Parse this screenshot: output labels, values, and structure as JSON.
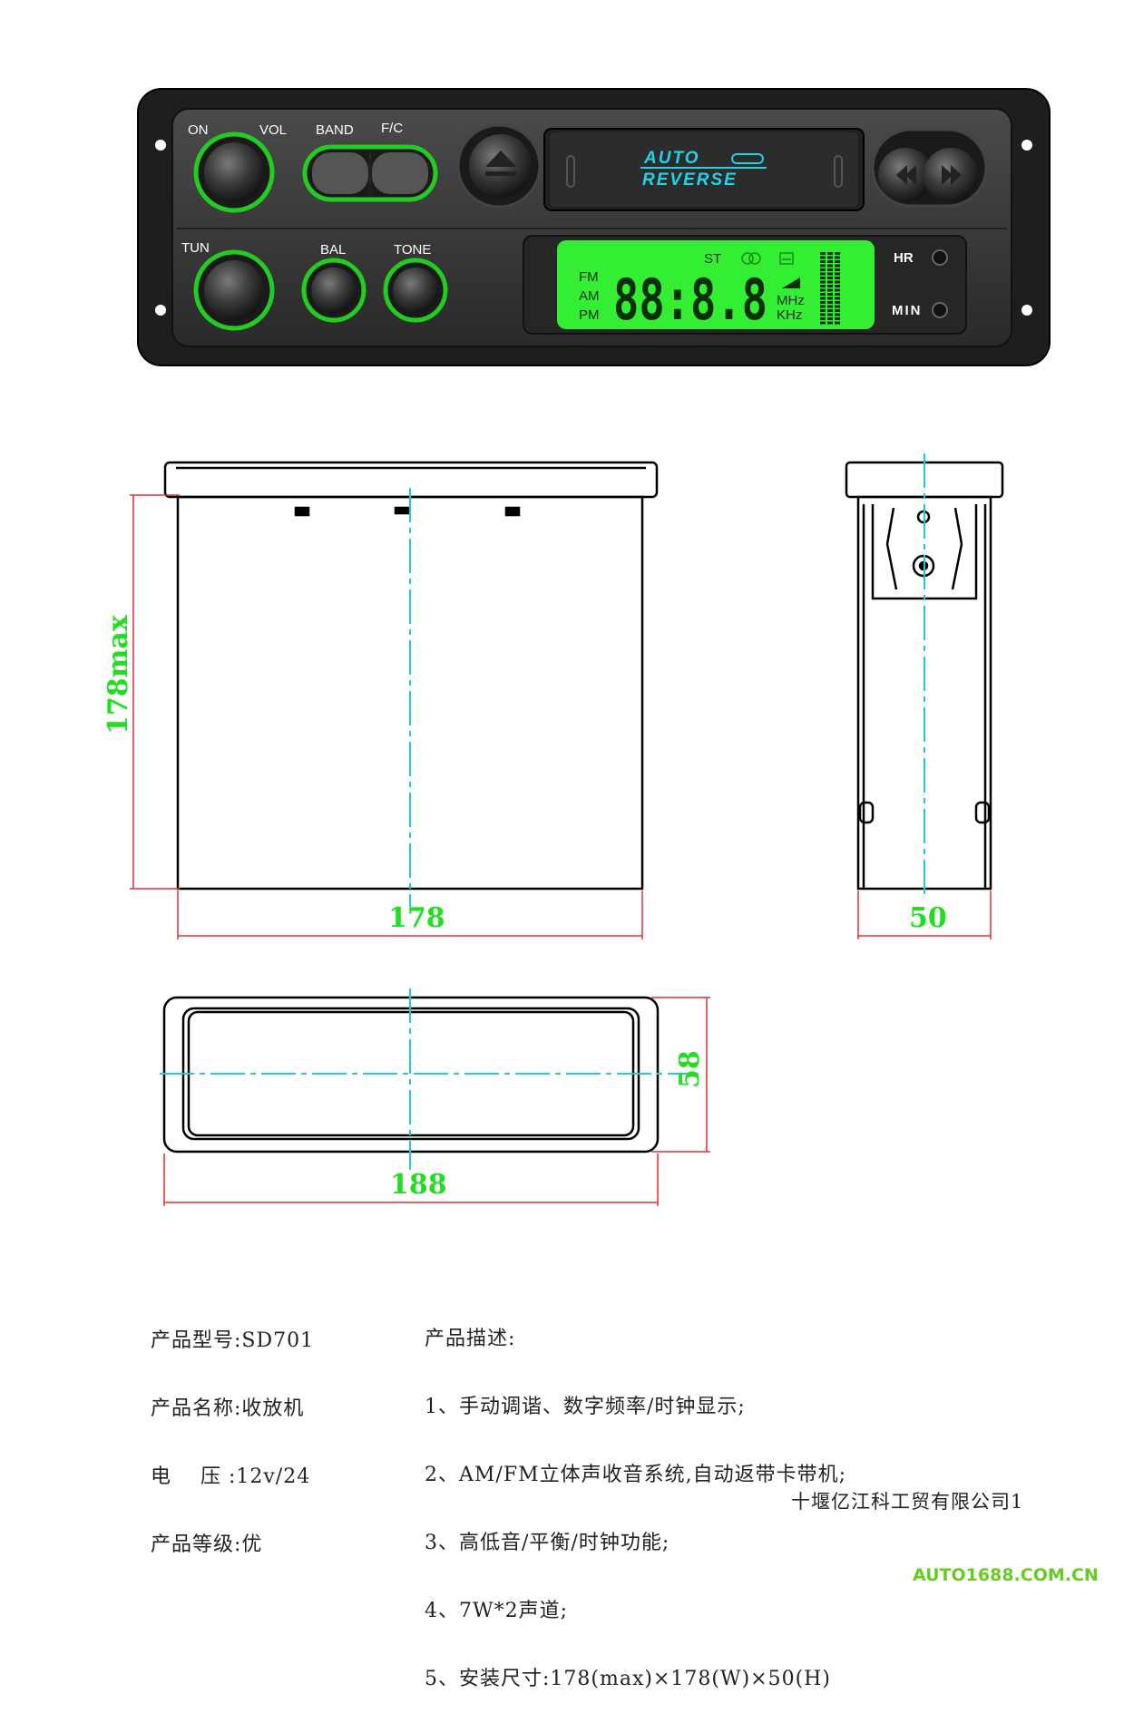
{
  "panel": {
    "labels": {
      "on": "ON",
      "vol": "VOL",
      "band": "BAND",
      "fc": "F/C",
      "tun": "TUN",
      "bal": "BAL",
      "tone": "TONE",
      "hr": "HR",
      "min": "MIN"
    },
    "cassette": {
      "line1": "AUTO",
      "line2": "REVERSE"
    },
    "lcd": {
      "bands": [
        "FM",
        "AM",
        "PM"
      ],
      "digits": "88:8.8",
      "stereo": "ST",
      "units": [
        "MHz",
        "KHz"
      ],
      "color": "#33ee33"
    },
    "accent": "#22cc22"
  },
  "dimensions": {
    "height_max": "178max",
    "width": "178",
    "depth": "50",
    "front_height": "58",
    "front_width": "188"
  },
  "spec_left": [
    "产品型号:SD701",
    "产品名称:收放机",
    "电    压 :12v/24",
    "产品等级:优"
  ],
  "spec_right": [
    "产品描述:",
    "1、手动调谐、数字频率/时钟显示;",
    "2、AM/FM立体声收音系统,自动返带卡带机;",
    "3、高低音/平衡/时钟功能;",
    "4、7W*2声道;",
    "5、安装尺寸:178(max)×178(W)×50(H)"
  ],
  "company": "十堰亿江科工贸有限公司1",
  "watermark": "AUTO1688.COM.CN"
}
